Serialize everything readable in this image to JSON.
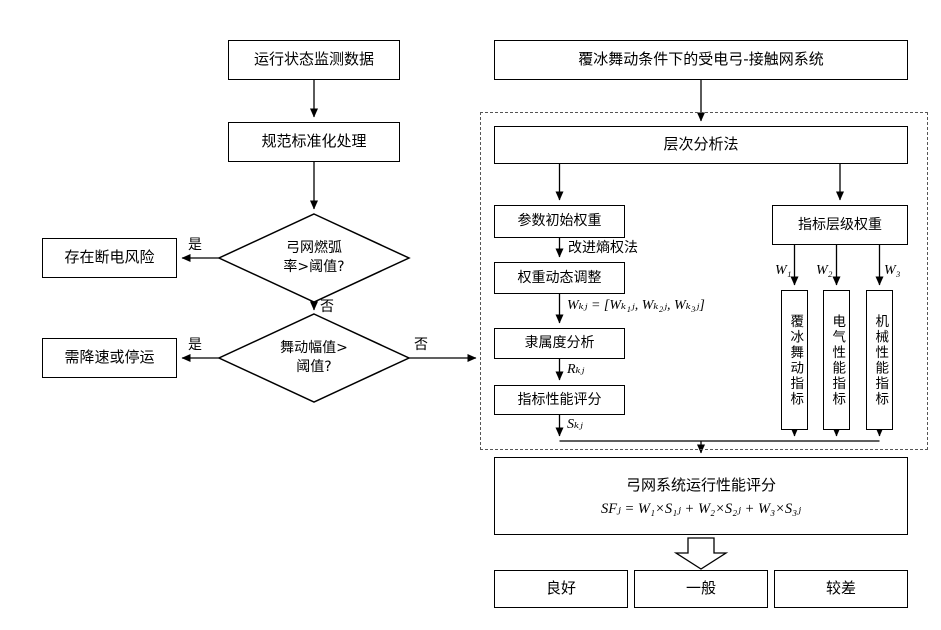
{
  "diagram": {
    "left": {
      "monitor": "运行状态监测数据",
      "standardize": "规范标准化处理",
      "decision_arc": "弓网燃弧\n率>阈值?",
      "risk": "存在断电风险",
      "decision_gallop": "舞动幅值>\n阈值?",
      "slow": "需降速或停运",
      "yes": "是",
      "no": "否"
    },
    "right": {
      "system": "覆冰舞动条件下的受电弓-接触网系统",
      "ahp": "层次分析法",
      "param_init": "参数初始权重",
      "entropy": "改进熵权法",
      "dynamic": "权重动态调整",
      "weight_formula": "Wₖⱼ = [Wₖ₁ⱼ, Wₖ₂ⱼ, Wₖ₃ⱼ]",
      "membership": "隶属度分析",
      "r_kj": "Rₖⱼ",
      "indicator_score": "指标性能评分",
      "s_kj": "Sₖⱼ",
      "level_weight": "指标层级权重",
      "w1": "W₁",
      "w2": "W₂",
      "w3": "W₃",
      "ind_icing": "覆冰舞动指标",
      "ind_electric": "电气性能指标",
      "ind_mech": "机械性能指标",
      "final_title": "弓网系统运行性能评分",
      "final_formula": "SFⱼ = W₁×S₁ⱼ + W₂×S₂ⱼ + W₃×S₃ⱼ",
      "good": "良好",
      "average": "一般",
      "poor": "较差"
    }
  },
  "colors": {
    "line": "#000000",
    "background": "#ffffff",
    "border": "#000000"
  }
}
